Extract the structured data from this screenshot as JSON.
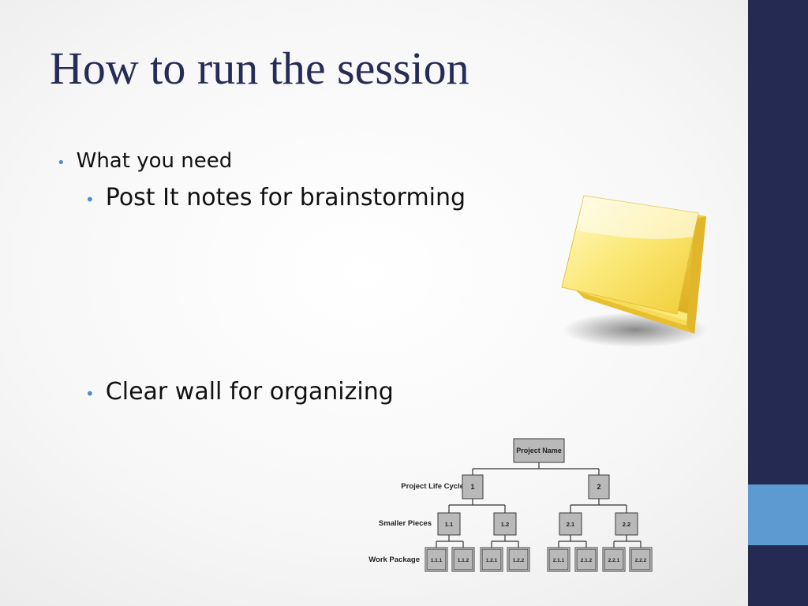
{
  "slide": {
    "title": "How to run the session",
    "bullet_glyph": "•",
    "bullets": [
      {
        "text": "What you need",
        "level": 1
      },
      {
        "text": "Post It notes for brainstorming",
        "level": 2
      },
      {
        "text": "Clear wall for organizing",
        "level": 2
      }
    ]
  },
  "images": {
    "sticky_notes": "sticky-notes-icon"
  },
  "wbs_diagram": {
    "root": "Project Name",
    "row_labels": [
      "Project Life Cycle",
      "Smaller Pieces",
      "Work Package"
    ],
    "level1": [
      "1",
      "2"
    ],
    "level2": [
      "1.1",
      "1.2",
      "2.1",
      "2.2"
    ],
    "level3": [
      "1.1.1",
      "1.1.2",
      "1.2.1",
      "1.2.2",
      "2.1.1",
      "2.1.2",
      "2.2.1",
      "2.2.2"
    ]
  },
  "colors": {
    "title": "#262c58",
    "bullet_dot": "#4f8dc9",
    "sidebar": "#252a52",
    "sidebar_accent": "#5d9ad2"
  }
}
